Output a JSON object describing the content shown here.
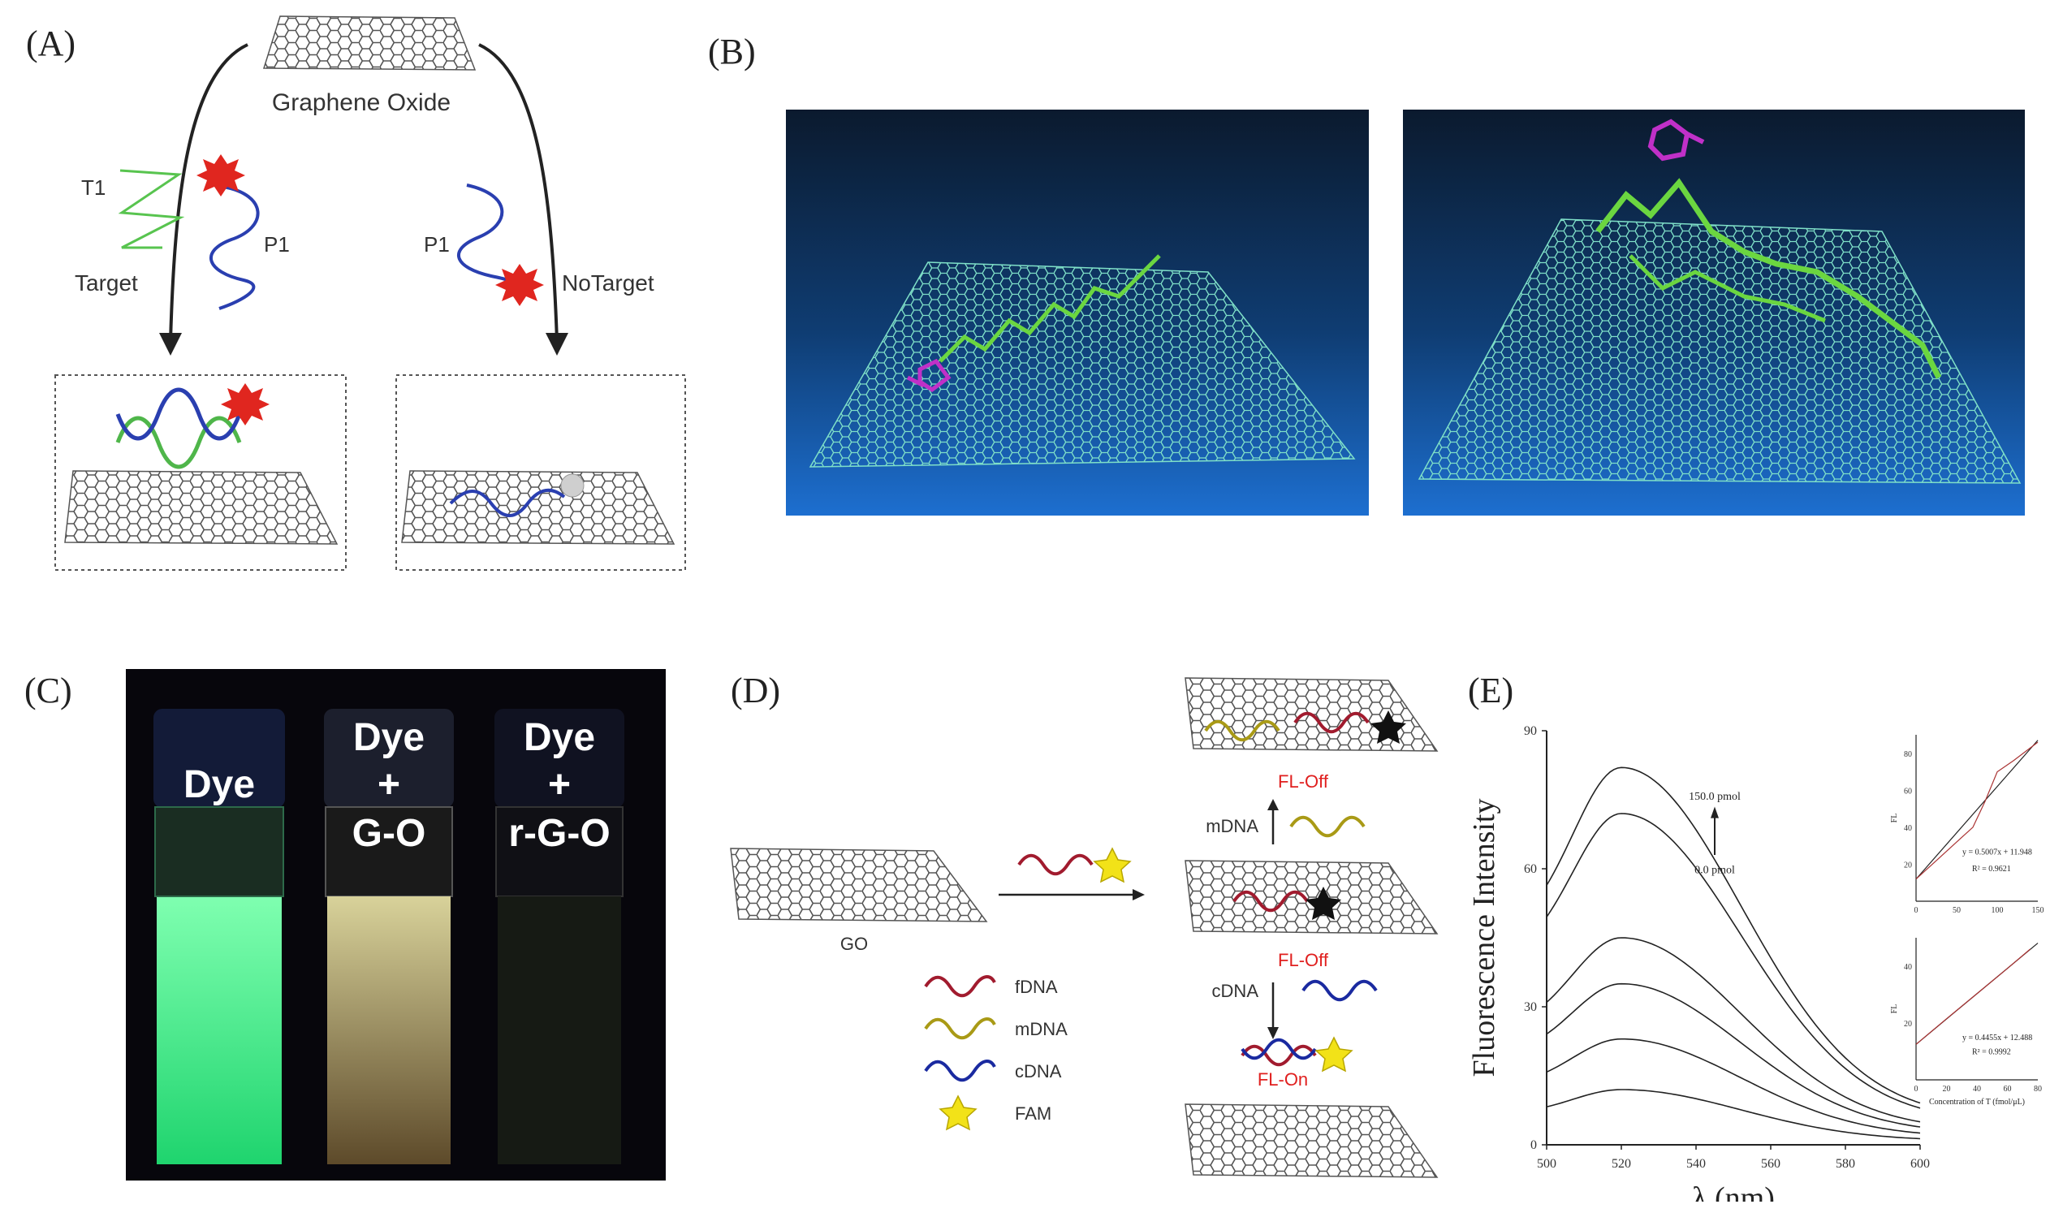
{
  "panel_labels": {
    "a": "(A)",
    "b": "(B)",
    "c": "(C)",
    "d": "(D)",
    "e": "(E)"
  },
  "panel_a": {
    "title": "Graphene Oxide",
    "t1": "T1",
    "p1_left": "P1",
    "target": "Target",
    "p1_right": "P1",
    "no_target": "NoTarget"
  },
  "panel_c": {
    "vial1": "Dye",
    "vial2": [
      "Dye",
      "+",
      "G-O"
    ],
    "vial3": [
      "Dye",
      "+",
      "r-G-O"
    ]
  },
  "panel_d": {
    "go": "GO",
    "fl_off_top": "FL-Off",
    "mdna_step": "mDNA",
    "fl_off_mid": "FL-Off",
    "cdna_step": "cDNA",
    "fl_on": "FL-On",
    "legend": [
      "fDNA",
      "mDNA",
      "cDNA",
      "FAM"
    ],
    "colors": {
      "fdna": "#a11b2e",
      "mdna": "#a99a16",
      "cdna": "#1a2aa0",
      "fam": "#f2e218",
      "off": "#e0201f"
    }
  },
  "chart_data": [
    {
      "type": "line",
      "xlabel": "λ (nm)",
      "ylabel": "Fluorescence Intensity",
      "xlim": [
        500,
        600
      ],
      "ylim": [
        0,
        90
      ],
      "xticks": [
        "500",
        "520",
        "540",
        "560",
        "580",
        "600"
      ],
      "yticks": [
        "0",
        "30",
        "60",
        "90"
      ],
      "annotation_high": "150.0 pmol",
      "annotation_low": "0.0 pmol",
      "peak_x": 520,
      "series": [
        {
          "peak": 12
        },
        {
          "peak": 23
        },
        {
          "peak": 35
        },
        {
          "peak": 45
        },
        {
          "peak": 72
        },
        {
          "peak": 82
        }
      ]
    },
    {
      "type": "scatter",
      "xlim": [
        0,
        150
      ],
      "ylim": [
        0,
        90
      ],
      "xticks": [
        "0",
        "50",
        "100",
        "150"
      ],
      "yticks": [
        "20",
        "40",
        "60",
        "80"
      ],
      "ylabel": "FL",
      "equation": "y = 0.5007x + 11.948",
      "r2": "R² = 0.9621",
      "fit": {
        "slope": 0.5007,
        "intercept": 11.948
      },
      "points": [
        [
          0,
          12
        ],
        [
          25,
          22
        ],
        [
          50,
          32
        ],
        [
          70,
          40
        ],
        [
          85,
          54
        ],
        [
          100,
          70
        ],
        [
          120,
          76
        ],
        [
          150,
          86
        ]
      ]
    },
    {
      "type": "scatter",
      "xlim": [
        0,
        80
      ],
      "ylim": [
        0,
        50
      ],
      "xticks": [
        "0",
        "20",
        "40",
        "60",
        "80"
      ],
      "yticks": [
        "20",
        "40"
      ],
      "ylabel": "FL",
      "xlabel": "Concentration of T (fmol/μL)",
      "equation": "y = 0.4455x + 12.488",
      "r2": "R² = 0.9992",
      "fit": {
        "slope": 0.4455,
        "intercept": 12.488
      },
      "points": [
        [
          0,
          12.5
        ],
        [
          20,
          21.5
        ],
        [
          40,
          30.3
        ],
        [
          60,
          39.2
        ],
        [
          75,
          46
        ]
      ]
    }
  ]
}
